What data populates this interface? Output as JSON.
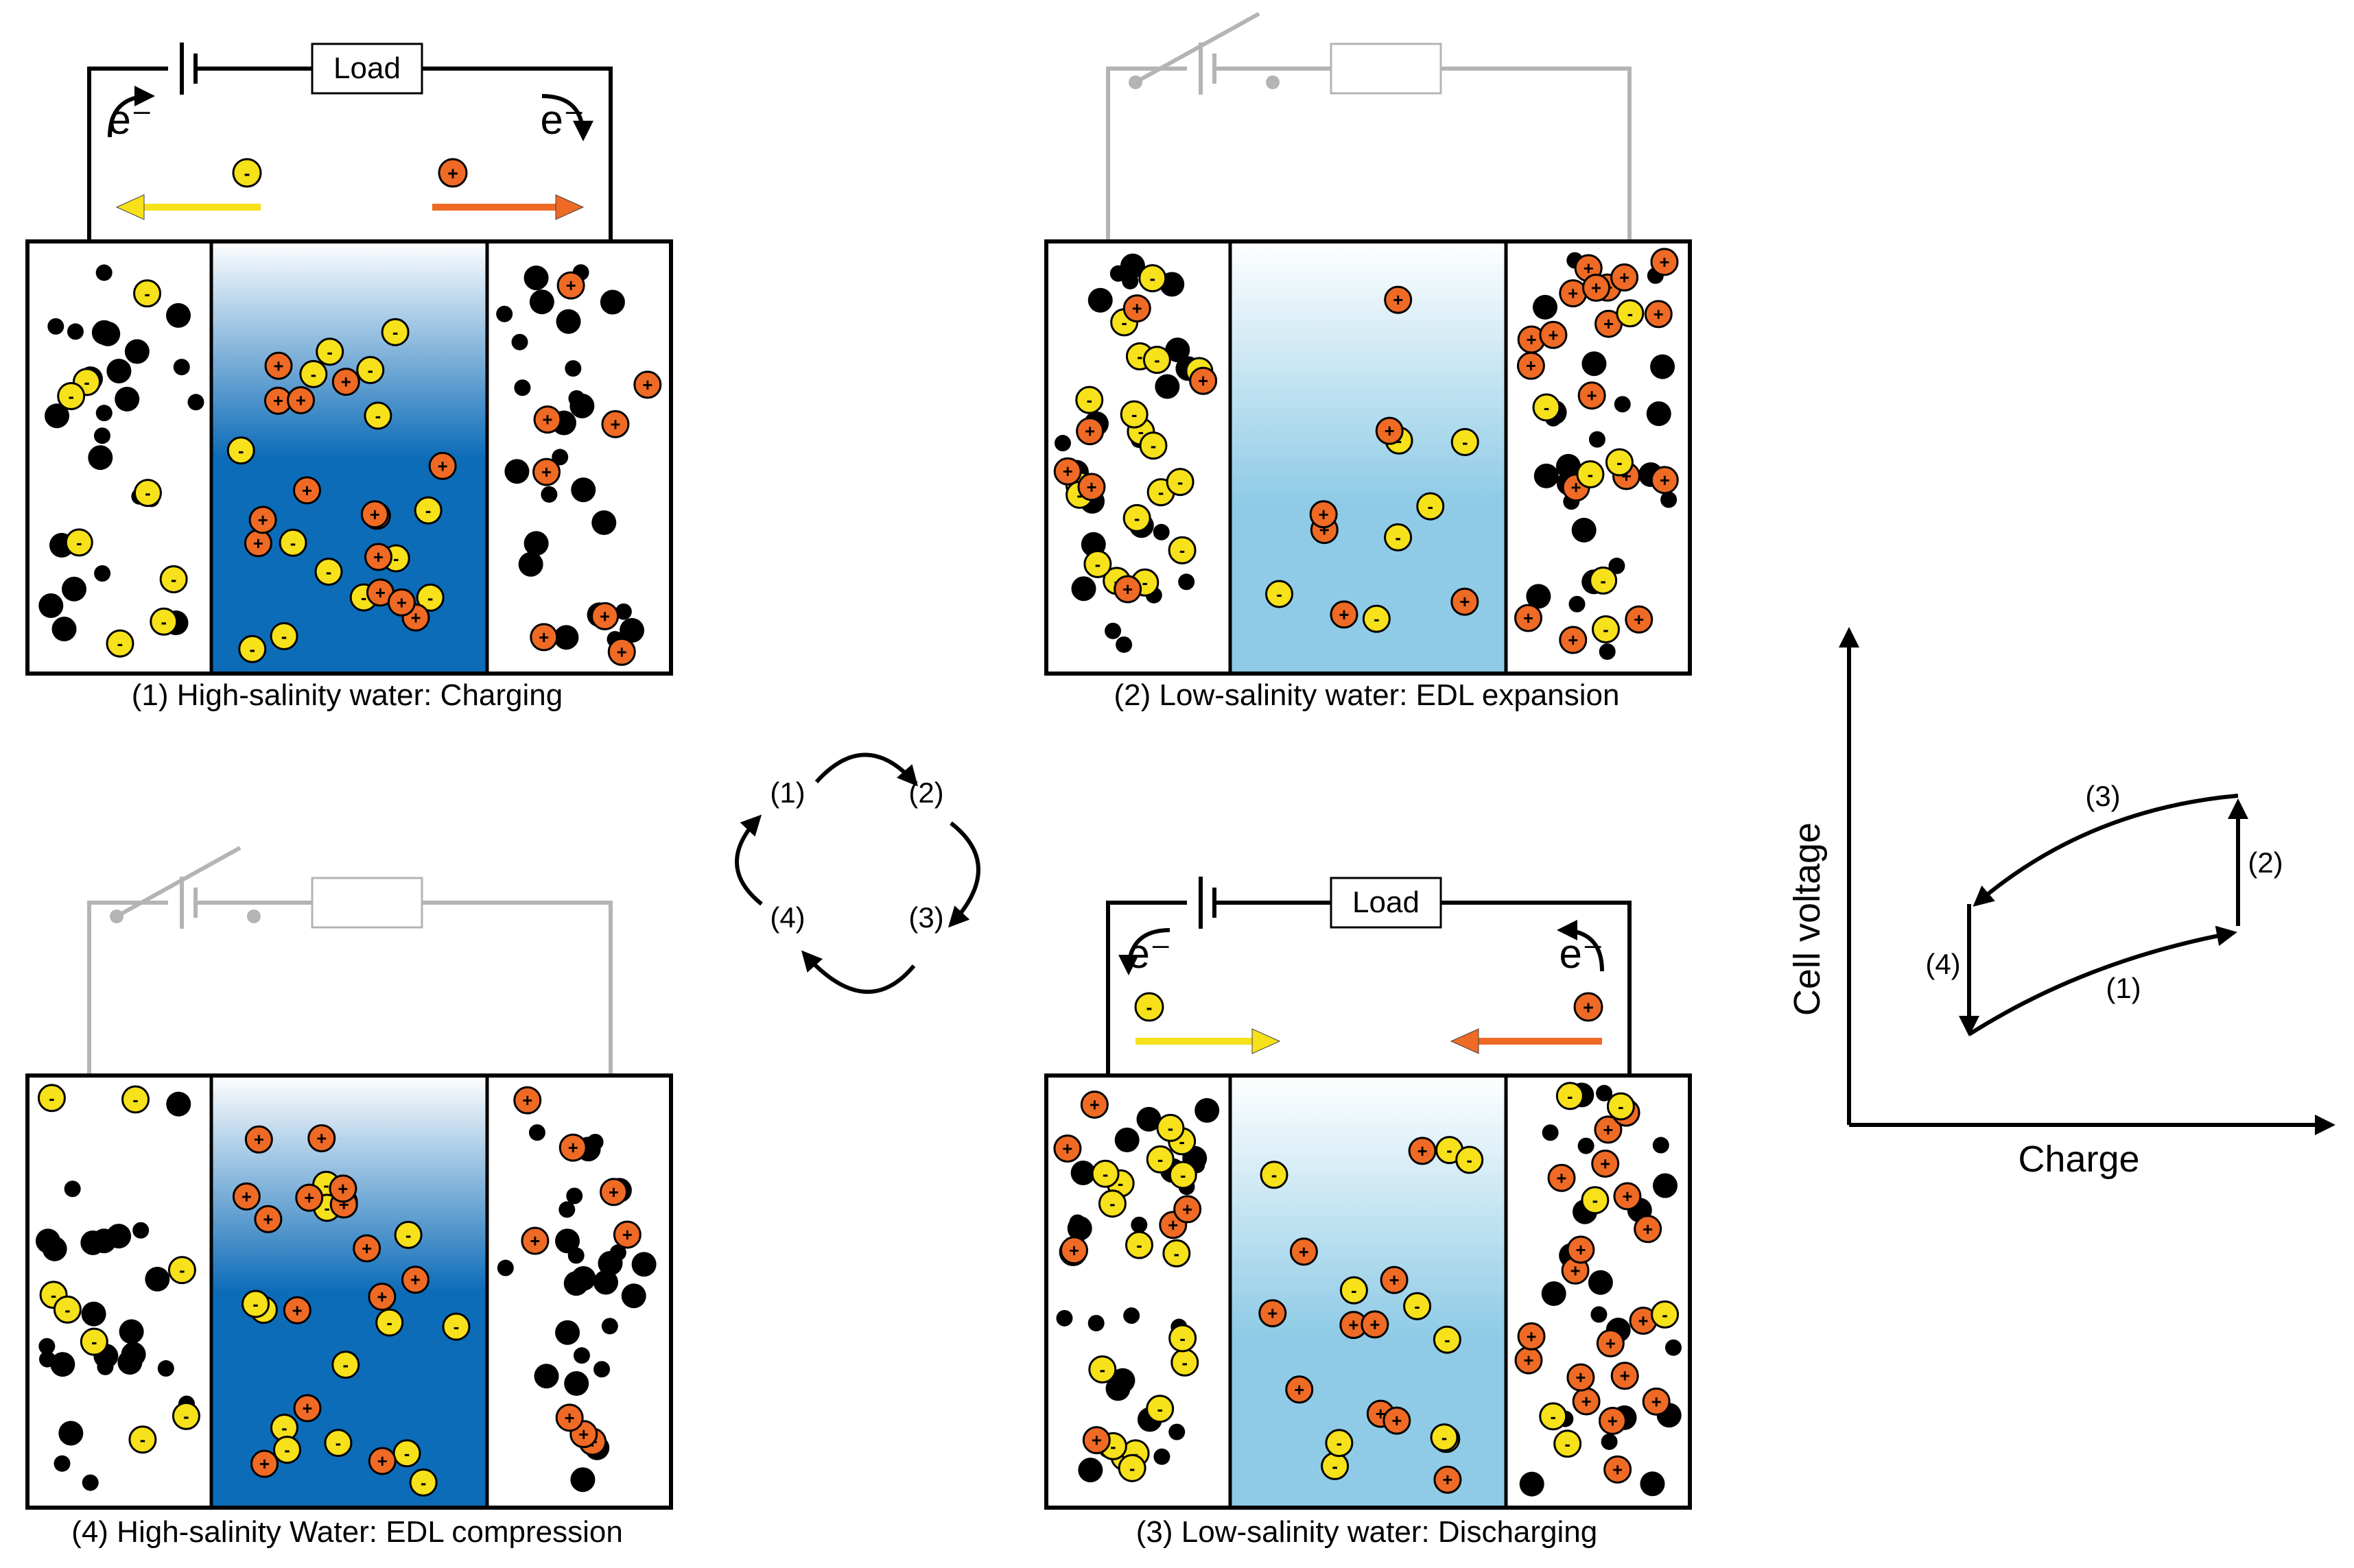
{
  "colors": {
    "anion": "#f6e11a",
    "cation": "#ee6a25",
    "neutral": "#000000",
    "high_salinity_water": "#0d6cb8",
    "low_salinity_water": "#8fcbe6",
    "active_wire": "#000000",
    "inactive_wire": "#b4b4b4",
    "yellow_arrow": "#f6e11a",
    "orange_arrow": "#ee6a25"
  },
  "symbols": {
    "anion_sign": "-",
    "cation_sign": "+",
    "electron": "e⁻"
  },
  "panels": [
    {
      "id": "1",
      "caption": "(1) High-salinity water: Charging",
      "load_label": "Load",
      "water": "high",
      "circuit": "closed",
      "electron_flow": "outward",
      "ion_flow": "toward-electrodes"
    },
    {
      "id": "2",
      "caption": "(2) Low-salinity water: EDL expansion",
      "load_label": "",
      "water": "low",
      "circuit": "open",
      "electron_flow": "",
      "ion_flow": ""
    },
    {
      "id": "3",
      "caption": "(3) Low-salinity water: Discharging",
      "load_label": "Load",
      "water": "low",
      "circuit": "closed",
      "electron_flow": "inward",
      "ion_flow": "away-from-electrodes"
    },
    {
      "id": "4",
      "caption": "(4) High-salinity Water: EDL compression",
      "load_label": "",
      "water": "high",
      "circuit": "open",
      "electron_flow": "",
      "ion_flow": ""
    }
  ],
  "cycle": {
    "labels": [
      "(1)",
      "(2)",
      "(3)",
      "(4)"
    ]
  },
  "graph": {
    "x_label": "Charge",
    "y_label": "Cell voltage",
    "steps": [
      {
        "label": "(1)",
        "from": "low-left",
        "to": "low-right"
      },
      {
        "label": "(2)",
        "from": "low-right",
        "to": "high-right"
      },
      {
        "label": "(3)",
        "from": "high-right",
        "to": "high-left"
      },
      {
        "label": "(4)",
        "from": "high-left",
        "to": "low-left"
      }
    ]
  }
}
